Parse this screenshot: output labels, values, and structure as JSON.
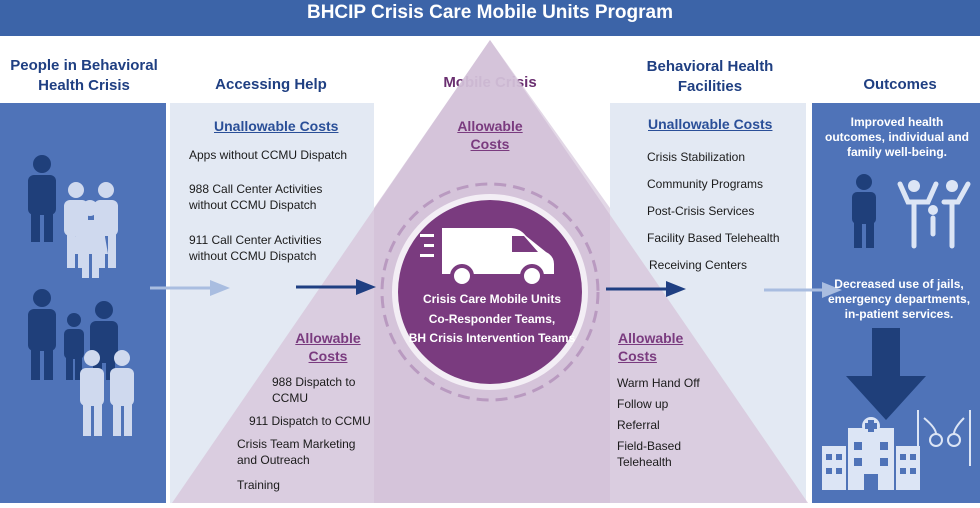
{
  "title": "BHCIP Crisis Care Mobile Units Program",
  "columns": {
    "people": "People in Behavioral Health Crisis",
    "access": "Accessing Help",
    "mobile": "Mobile Crisis",
    "facilities": "Behavioral Health Facilities",
    "outcomes": "Outcomes"
  },
  "access": {
    "unallowable_title": "Unallowable Costs",
    "unallowable_items": [
      "Apps without CCMU Dispatch",
      "988 Call Center Activities without CCMU Dispatch",
      "911 Call Center Activities without CCMU Dispatch"
    ],
    "allowable_title": "Allowable Costs",
    "allowable_items": [
      "988 Dispatch to CCMU",
      "911 Dispatch to CCMU",
      "Crisis Team Marketing and Outreach",
      "Training"
    ]
  },
  "mobile": {
    "allowable_title": "Allowable Costs",
    "circle_lines": [
      "Crisis Care Mobile Units",
      "Co-Responder Teams,",
      "BH Crisis Intervention Teams"
    ]
  },
  "facilities": {
    "unallowable_title": "Unallowable Costs",
    "unallowable_items": [
      "Crisis Stabilization",
      "Community Programs",
      "Post-Crisis Services",
      "Facility Based Telehealth",
      "Receiving Centers"
    ],
    "allowable_title": "Allowable Costs",
    "allowable_items": [
      "Warm Hand Off",
      "Follow up",
      "Referral",
      "Field-Based Telehealth"
    ]
  },
  "outcomes": {
    "items": [
      "Improved health outcomes, individual and family well-being.",
      "Decreased use of jails, emergency departments, in-patient services."
    ]
  },
  "colors": {
    "banner": "#3c64a8",
    "panel_dark": "#4f73b8",
    "panel_light": "#e3e9f3",
    "triangle": "#d8c8dc",
    "circle": "#7a3b7f",
    "heading": "#1f3f82"
  },
  "icons": [
    "people-group-icon",
    "van-icon",
    "family-icon",
    "down-arrow-icon",
    "hospital-icon",
    "jail-icon"
  ]
}
